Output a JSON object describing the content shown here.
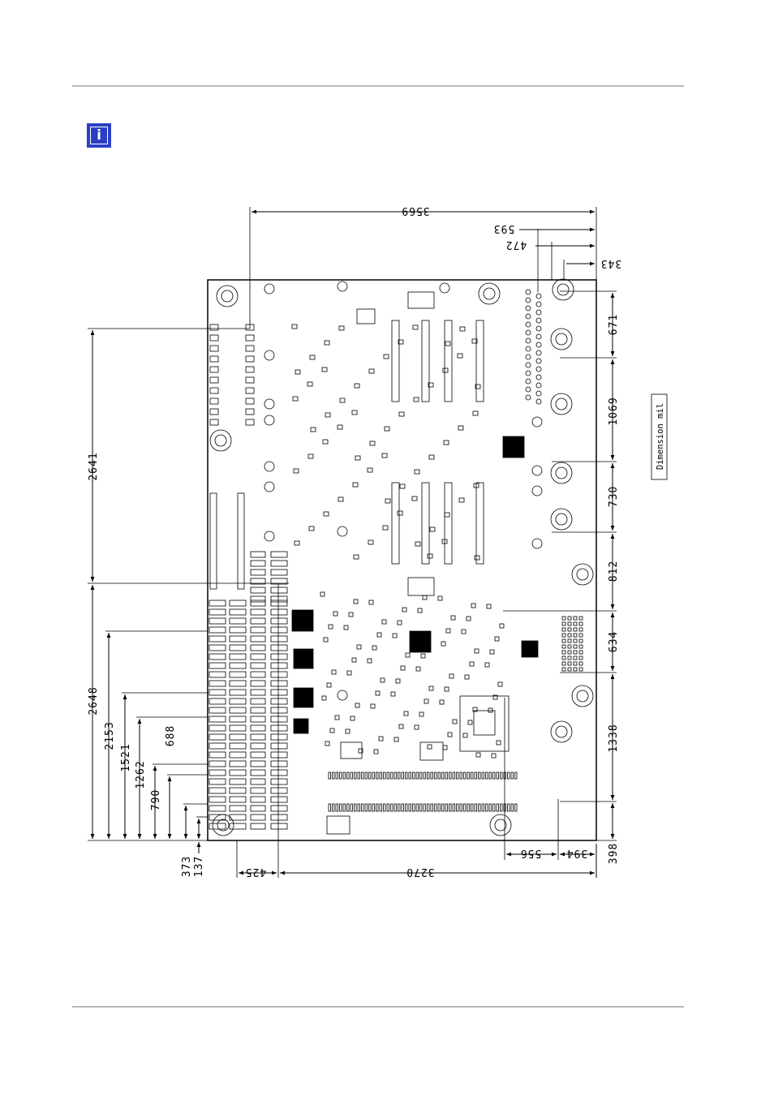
{
  "icon": {
    "name": "info-icon",
    "glyph": "i",
    "color": "#2a3fc4"
  },
  "legend": "Dimension mil",
  "dimensions": {
    "top": [
      "3569",
      "593",
      "472",
      "343"
    ],
    "right": [
      "671",
      "1069",
      "730",
      "812",
      "634",
      "1338",
      "398"
    ],
    "left": [
      "2641",
      "2648",
      "2153",
      "1521",
      "1262",
      "790",
      "688",
      "373",
      "137"
    ],
    "bottom": [
      "425",
      "3270",
      "556",
      "394"
    ]
  }
}
